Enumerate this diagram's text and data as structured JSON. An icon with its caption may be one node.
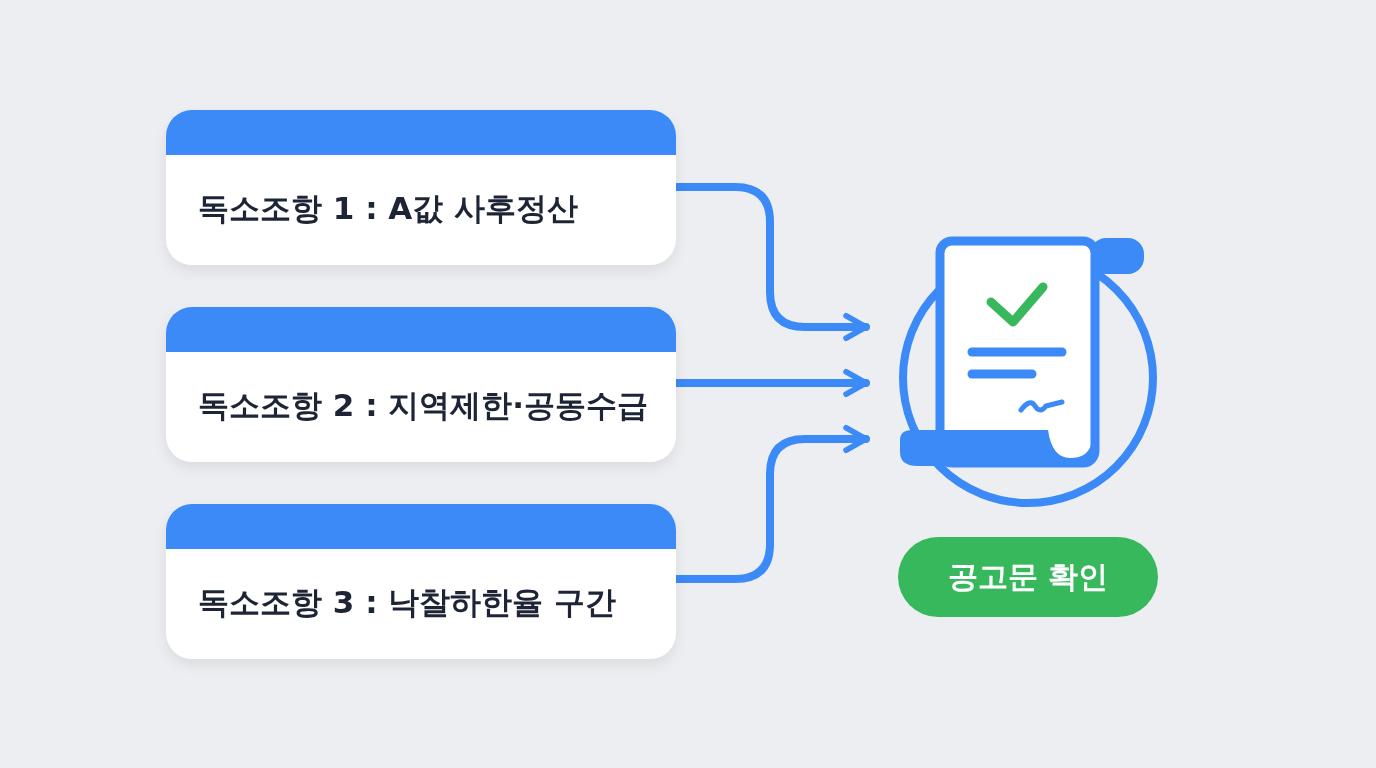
{
  "diagram": {
    "nodes": [
      {
        "text": [
          "독소조항 1 : A값 사후정산"
        ]
      },
      {
        "text": [
          "독소조항 2 : 지역제한·공동수급"
        ]
      },
      {
        "text": [
          "독소조항 3 :  낙찰하한율 구간"
        ]
      },
      {
        "text": [],
        "shape": "document"
      },
      {
        "text": [
          "공고문 확인"
        ]
      }
    ],
    "edges": [
      {
        "from": 0,
        "to": 3,
        "arrow": "to"
      },
      {
        "from": 1,
        "to": 3,
        "arrow": "to"
      },
      {
        "from": 2,
        "to": 3,
        "arrow": "to"
      }
    ]
  }
}
